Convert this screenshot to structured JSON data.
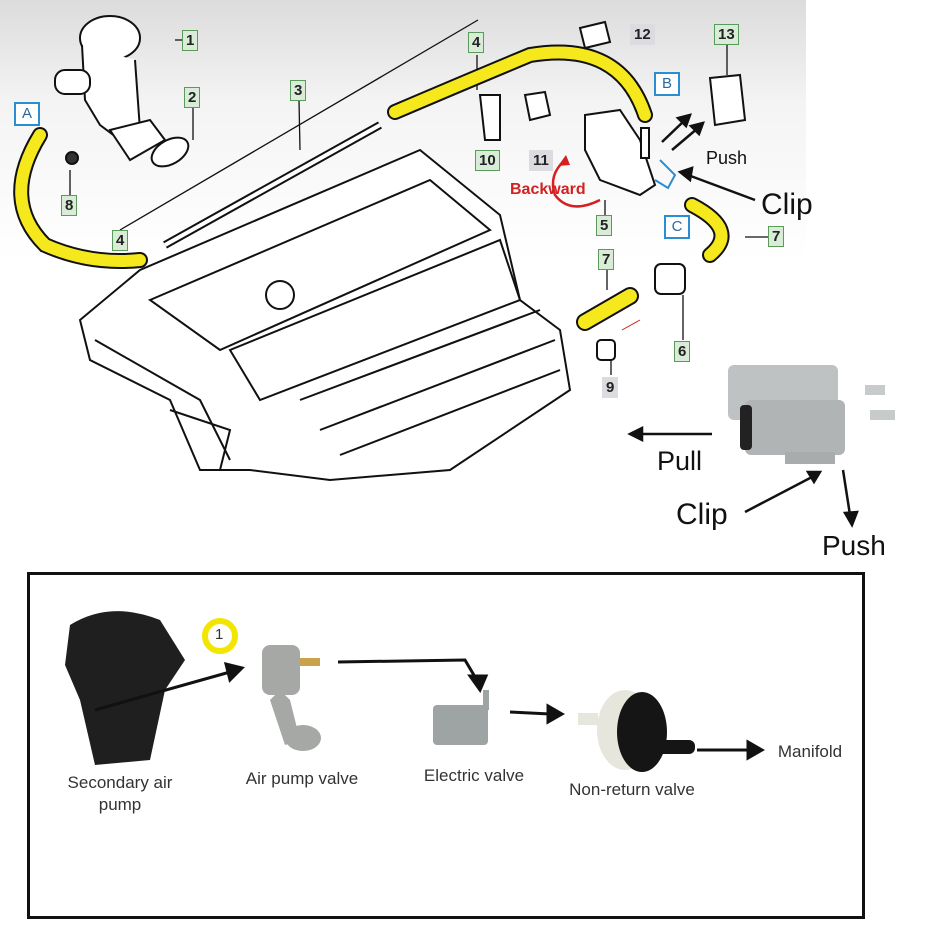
{
  "parts_diagram": {
    "part_numbers": [
      "1",
      "2",
      "3",
      "4",
      "4",
      "8",
      "10",
      "11",
      "12",
      "13",
      "5",
      "7",
      "7",
      "6",
      "9"
    ],
    "connection_letters": [
      "A",
      "B",
      "C"
    ],
    "annotations": {
      "backward": "Backward",
      "push_top": "Push",
      "clip_top": "Clip",
      "pull": "Pull",
      "clip_bottom": "Clip",
      "push_bottom": "Push"
    },
    "colors": {
      "hose": "#f5e81c",
      "backward_arrow": "#d42020",
      "letter_box": "#2a8ed0",
      "number_box": "#5a9a5a"
    }
  },
  "flow_diagram": {
    "step_marker": "1",
    "components": [
      {
        "label": "Secondary air pump"
      },
      {
        "label": "Air pump valve"
      },
      {
        "label": "Electric valve"
      },
      {
        "label": "Non-return valve"
      },
      {
        "label": "Manifold"
      }
    ]
  }
}
